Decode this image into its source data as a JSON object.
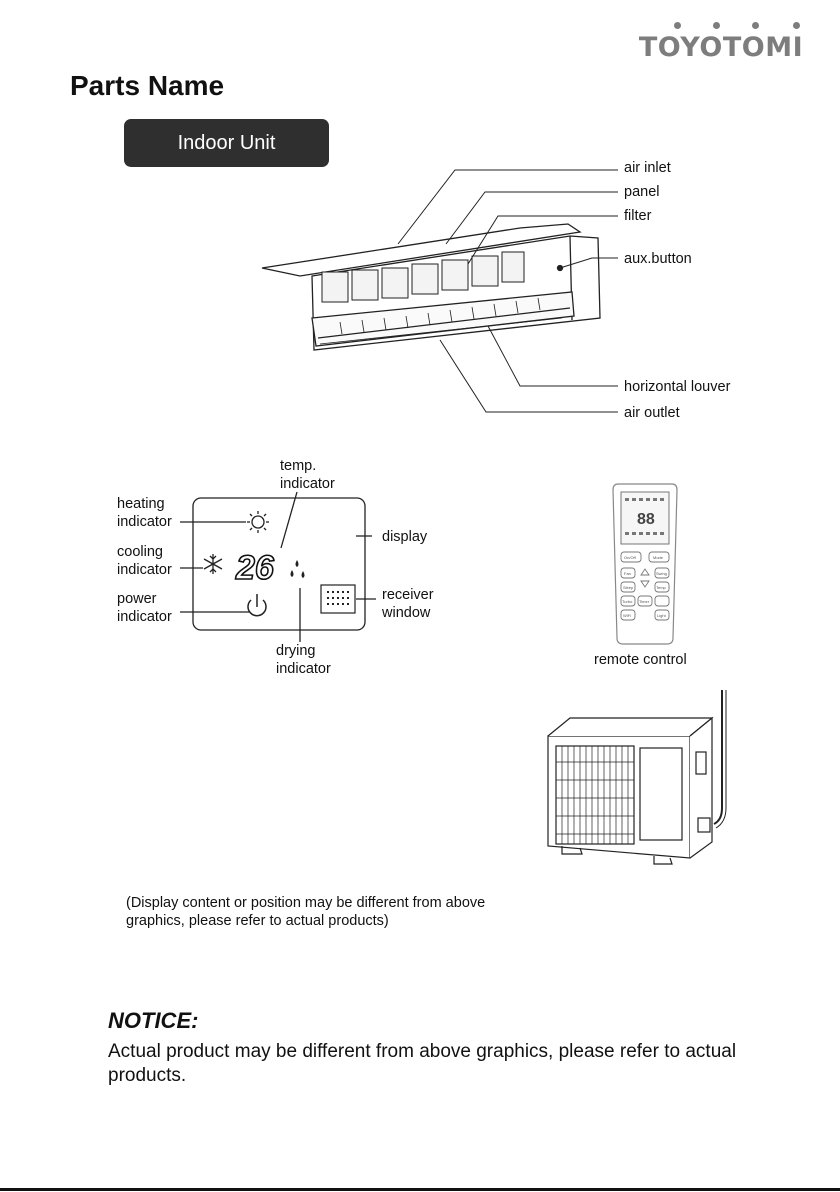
{
  "brand": {
    "logo_text": "TOYOTOMI"
  },
  "page": {
    "title": "Parts Name",
    "section_badge": "Indoor Unit"
  },
  "indoor_unit_labels": {
    "air_inlet": "air inlet",
    "panel": "panel",
    "filter": "filter",
    "aux_button": "aux.button",
    "horizontal_louver": "horizontal louver",
    "air_outlet": "air outlet"
  },
  "display_panel": {
    "temp_indicator": "temp.\nindicator",
    "heating_indicator": "heating\nindicator",
    "cooling_indicator": "cooling\nindicator",
    "power_indicator": "power\nindicator",
    "drying_indicator": "drying\nindicator",
    "display": "display",
    "receiver_window": "receiver\nwindow",
    "temp_value": "26"
  },
  "remote": {
    "caption": "remote control",
    "buttons": [
      "On/Off",
      "Mode",
      "Fan",
      "Swing",
      "Sleep",
      "Temp",
      "Turbo",
      "Timer",
      "WiFi",
      "Light"
    ],
    "lcd_value": "88"
  },
  "disclaimer": "(Display content or position may be different from above graphics, please refer to actual products)",
  "notice": {
    "title": "NOTICE:",
    "text": "Actual product may be different from above graphics, please refer to actual products."
  }
}
